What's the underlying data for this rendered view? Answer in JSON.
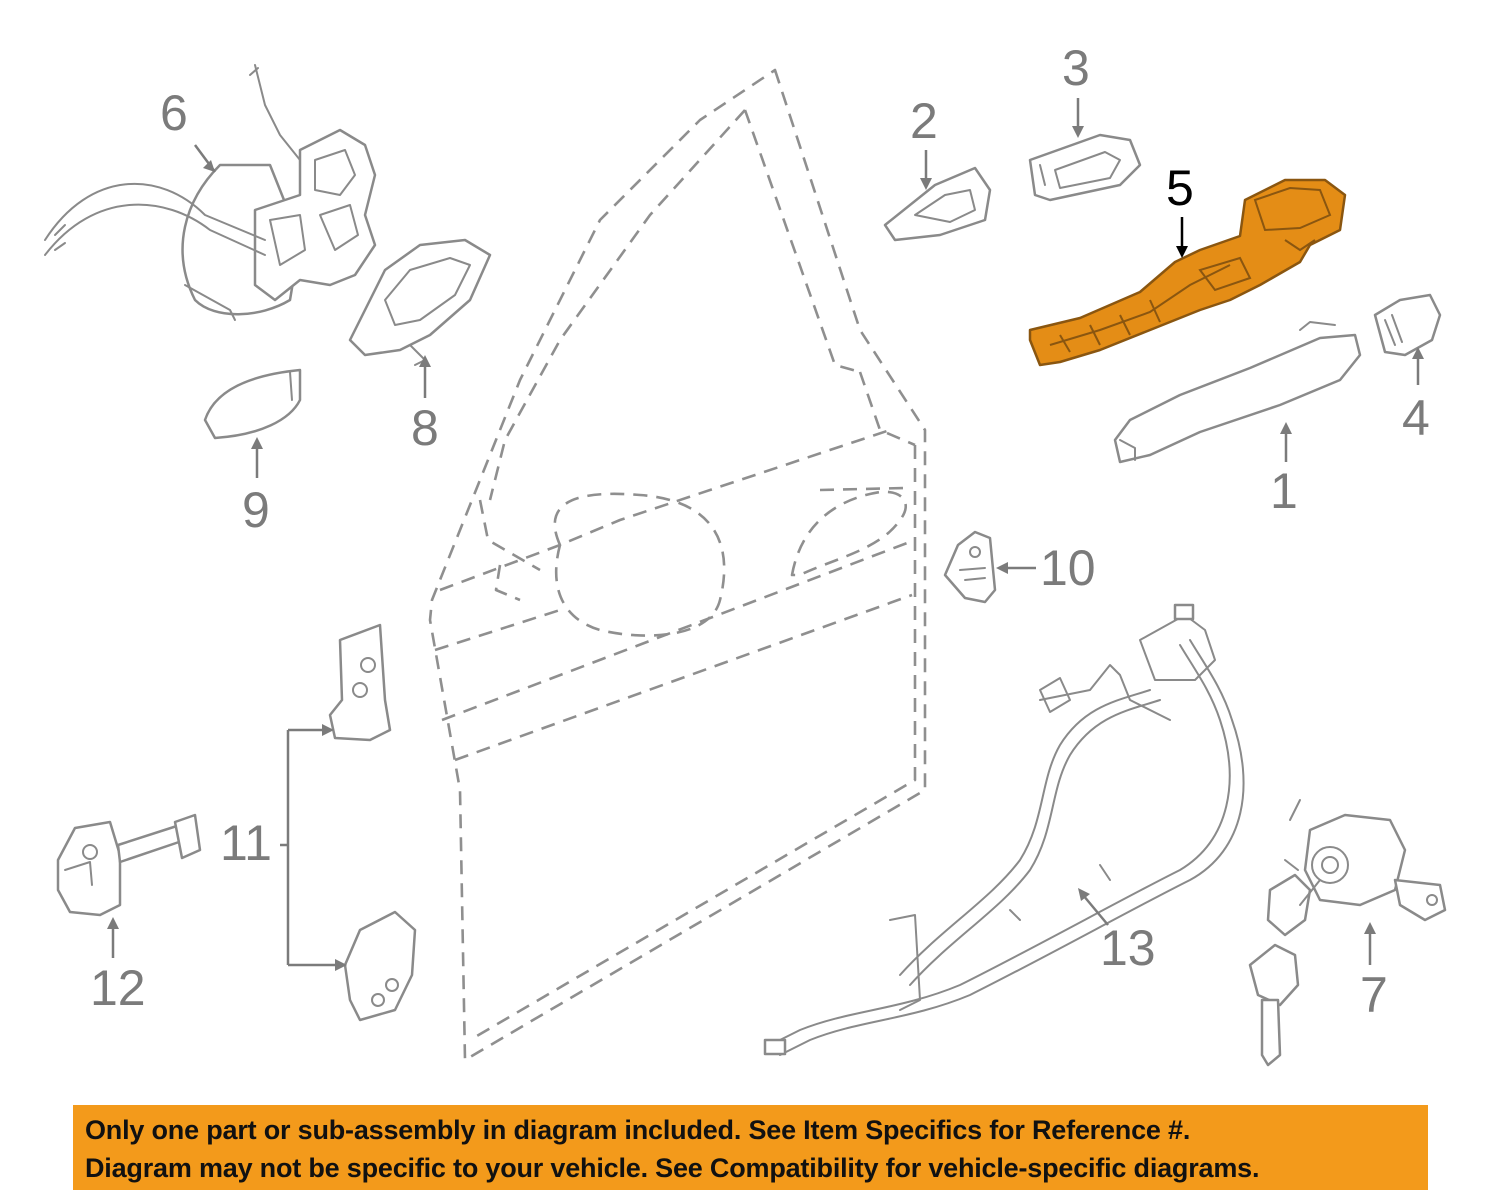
{
  "callouts": {
    "c1": "1",
    "c2": "2",
    "c3": "3",
    "c4": "4",
    "c5": "5",
    "c6": "6",
    "c7": "7",
    "c8": "8",
    "c9": "9",
    "c10": "10",
    "c11": "11",
    "c12": "12",
    "c13": "13"
  },
  "highlighted_part": "5",
  "colors": {
    "highlight": "#e48d16",
    "notice_background": "#f39a1b",
    "linework": "#8a8a8a",
    "highlight_callout": "#000000"
  },
  "notice": {
    "line1": "Only one part or sub-assembly in diagram included. See Item Specifics for Reference #.",
    "line2": "Diagram may not be specific to your vehicle. See Compatibility for vehicle-specific diagrams."
  }
}
